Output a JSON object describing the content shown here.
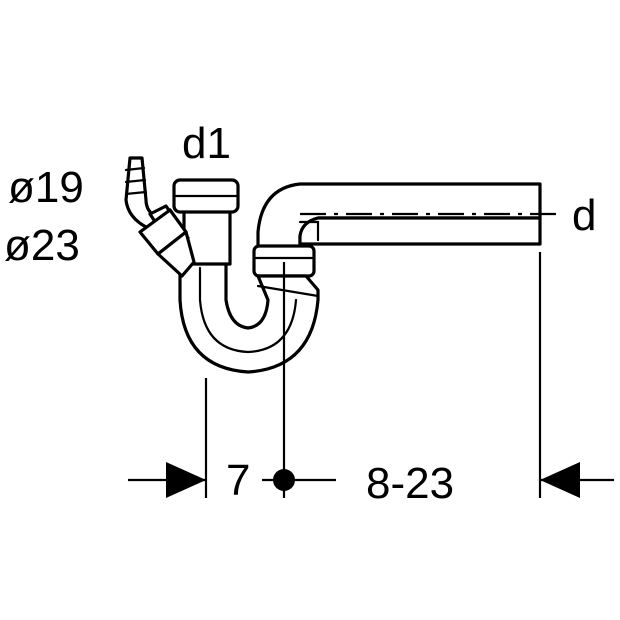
{
  "labels": {
    "d1": "d1",
    "d": "d",
    "hose_small": "ø19",
    "hose_large": "ø23",
    "offset": "7",
    "range": "8-23"
  }
}
